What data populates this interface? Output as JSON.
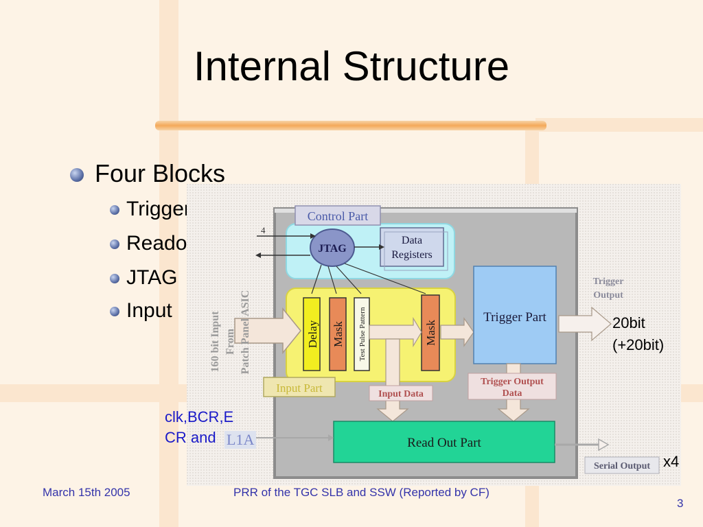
{
  "slide": {
    "title": "Internal Structure",
    "bullet": "Four Blocks",
    "sub_items": [
      "Trigger",
      "Readout",
      "JTAG",
      "Input"
    ]
  },
  "diagram": {
    "control_part": "Control Part",
    "jtag": "JTAG",
    "data_registers_1": "Data",
    "data_registers_2": "Registers",
    "delay": "Delay",
    "mask": "Mask",
    "test_pulse_pattern": "Test Pulse Pattern",
    "trigger_part": "Trigger Part",
    "trigger_output_1": "Trigger",
    "trigger_output_2": "Output",
    "input_part": "Input Part",
    "input_data": "Input Data",
    "trigger_output_data_1": "Trigger Output",
    "trigger_output_data_2": "Data",
    "read_out_part": "Read Out Part",
    "serial_output": "Serial Output",
    "input_160_1": "160 bit Input",
    "input_160_2": "From",
    "input_160_3": "Patch Panel ASIC",
    "jtag_bus_width": "4"
  },
  "notes": {
    "bits_1": "20bit",
    "bits_2": "(+20bit)",
    "clk_1": "clk,BCR,E",
    "clk_2": "CR and",
    "l1a": "L1A",
    "x4": "x4"
  },
  "footer": {
    "date": "March 15th 2005",
    "center": "PRR of the TGC SLB and SSW (Reported by CF)",
    "page": "3"
  }
}
